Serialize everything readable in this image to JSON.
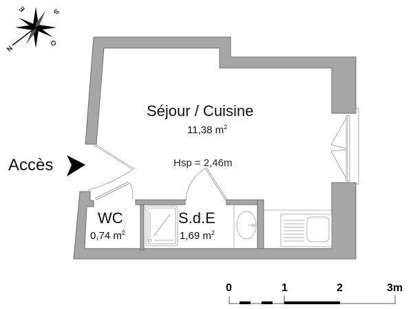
{
  "compass": {
    "letters": [
      "N",
      "E",
      "S",
      "O"
    ]
  },
  "entry": {
    "label": "Accès"
  },
  "rooms": [
    {
      "name": "Séjour / Cuisine",
      "area": "11,38 m",
      "unit_sup": "2"
    },
    {
      "name": "WC",
      "area": "0,74 m",
      "unit_sup": "2"
    },
    {
      "name": "S.d.E",
      "area": "1,69 m",
      "unit_sup": "2"
    }
  ],
  "ceiling_height": "Hsp = 2,46m",
  "scale_bar": {
    "ticks": [
      "0",
      "1",
      "2",
      "3m"
    ]
  },
  "colors": {
    "wall": "#a6a6a6",
    "wall_outline": "#6e6e6e",
    "fixture_line": "#999999"
  }
}
